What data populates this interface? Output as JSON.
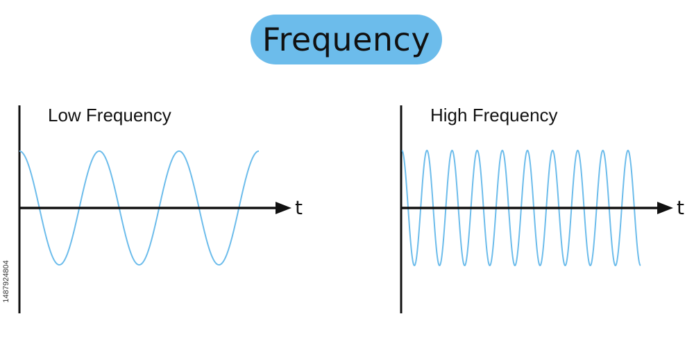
{
  "title": "Frequency",
  "colors": {
    "title_background": "#6cbceb",
    "wave": "#6cbceb",
    "axis": "#111111"
  },
  "panels": [
    {
      "label": "Low Frequency",
      "axis_label": "t",
      "wave": {
        "cycles": 3,
        "start_phase": "peak"
      }
    },
    {
      "label": "High Frequency",
      "axis_label": "t",
      "wave": {
        "cycles": 9.5,
        "start_phase": "peak"
      }
    }
  ],
  "side_code": "1487924804"
}
